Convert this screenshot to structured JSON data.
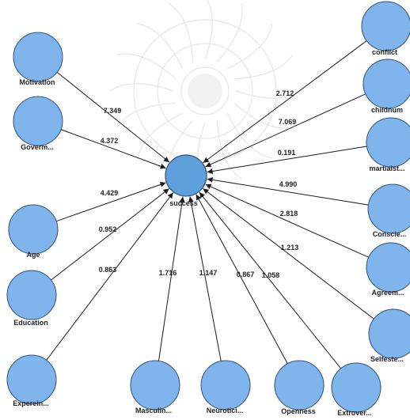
{
  "diagram": {
    "center": {
      "id": "success",
      "label": "success"
    },
    "nodes": [
      {
        "id": "motivation",
        "label": "Motivation"
      },
      {
        "id": "government",
        "label": "Goverm..."
      },
      {
        "id": "age",
        "label": "Age"
      },
      {
        "id": "education",
        "label": "Education"
      },
      {
        "id": "experience",
        "label": "Experein..."
      },
      {
        "id": "masculinity",
        "label": "Masculin..."
      },
      {
        "id": "neuroticism",
        "label": "Neurotici..."
      },
      {
        "id": "openness",
        "label": "Openness"
      },
      {
        "id": "extroversion",
        "label": "Extrover..."
      },
      {
        "id": "selfesteem",
        "label": "Selfeste..."
      },
      {
        "id": "agreeableness",
        "label": "Agreem..."
      },
      {
        "id": "conscientiousness",
        "label": "Conscie..."
      },
      {
        "id": "maritalstatus",
        "label": "martialst..."
      },
      {
        "id": "childnum",
        "label": "childnum"
      },
      {
        "id": "conflict",
        "label": "conflict"
      }
    ],
    "edges": [
      {
        "from": "motivation",
        "to": "success",
        "weight": "7.349"
      },
      {
        "from": "government",
        "to": "success",
        "weight": "4.372"
      },
      {
        "from": "age",
        "to": "success",
        "weight": "4.429"
      },
      {
        "from": "education",
        "to": "success",
        "weight": "0.952"
      },
      {
        "from": "experience",
        "to": "success",
        "weight": "0.863"
      },
      {
        "from": "masculinity",
        "to": "success",
        "weight": "1.716"
      },
      {
        "from": "neuroticism",
        "to": "success",
        "weight": "1.147"
      },
      {
        "from": "openness",
        "to": "success",
        "weight": "0.867"
      },
      {
        "from": "extroversion",
        "to": "success",
        "weight": "1.058"
      },
      {
        "from": "selfesteem",
        "to": "success",
        "weight": "1.213"
      },
      {
        "from": "agreeableness",
        "to": "success",
        "weight": "2.818"
      },
      {
        "from": "conscientiousness",
        "to": "success",
        "weight": "4.990"
      },
      {
        "from": "maritalstatus",
        "to": "success",
        "weight": "0.191"
      },
      {
        "from": "childnum",
        "to": "success",
        "weight": "7.069"
      },
      {
        "from": "conflict",
        "to": "success",
        "weight": "2.712"
      }
    ]
  }
}
